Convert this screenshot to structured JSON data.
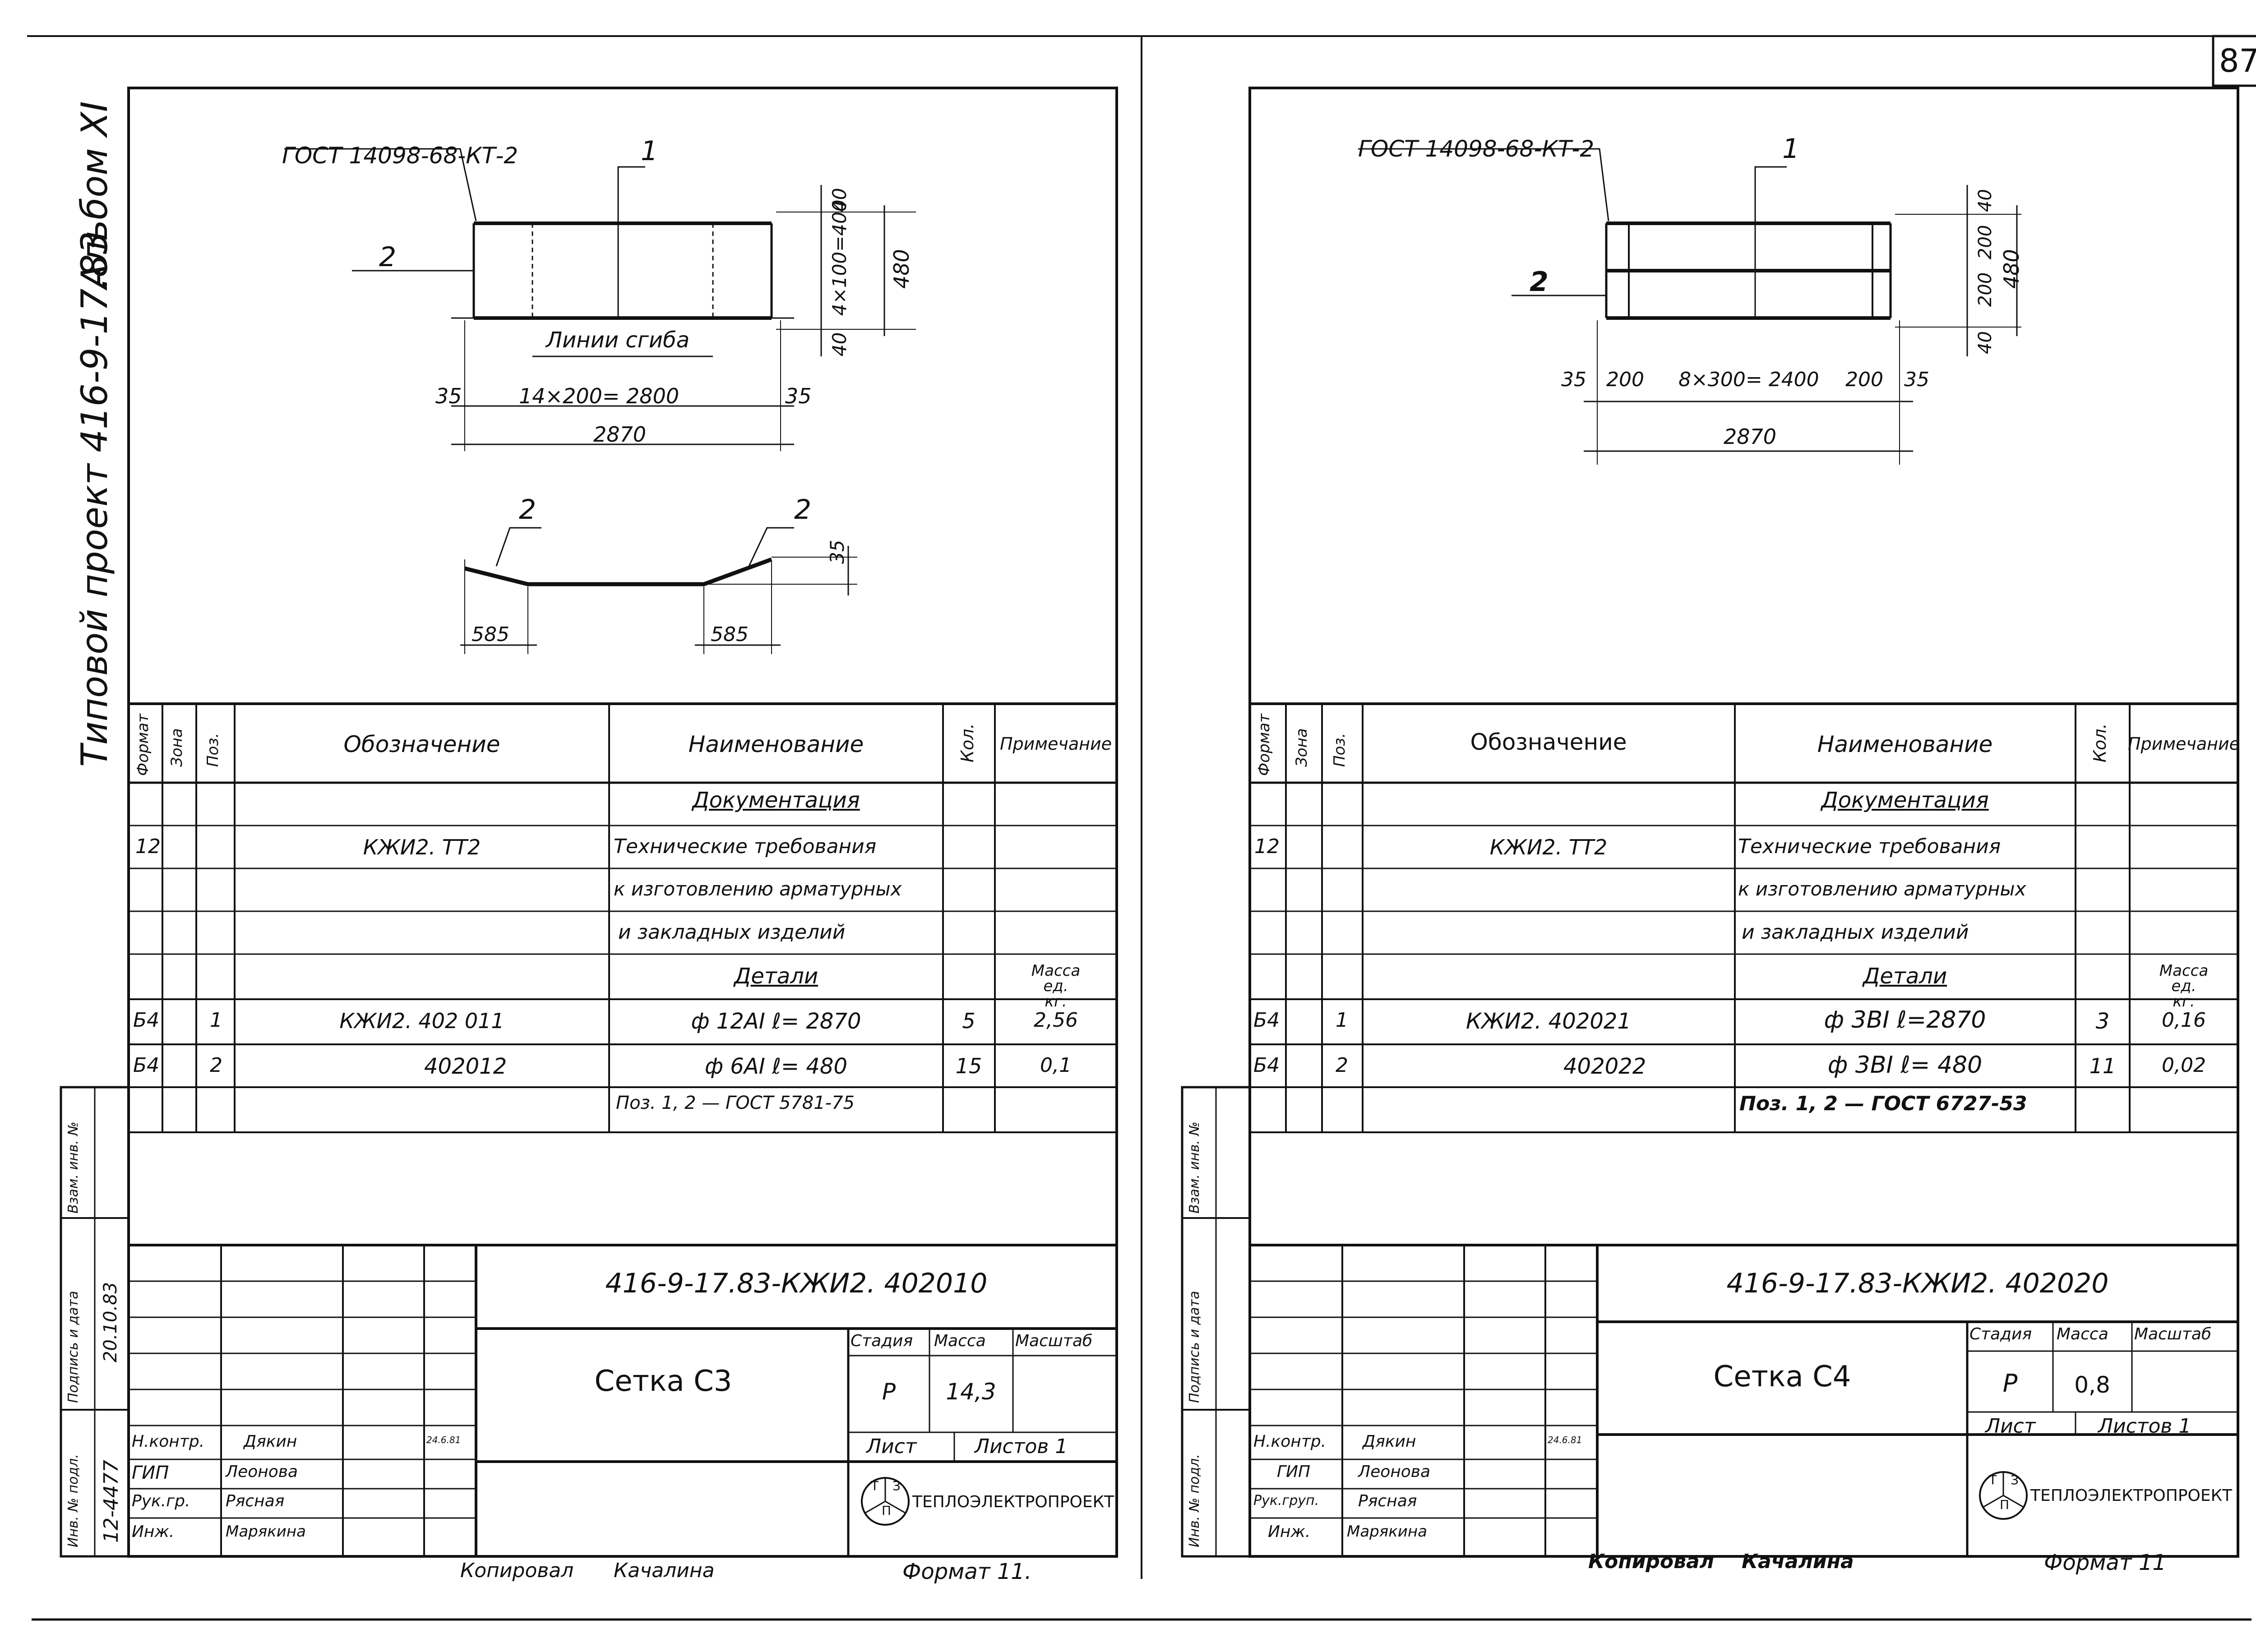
{
  "page_number": "87",
  "album_label": "Альбом XI",
  "project_label": "Типовой проект 416-9-17.83",
  "copied_by": "Копировал",
  "copier_name": "Качалина",
  "stamp_letters": [
    "Т",
    "З",
    "П"
  ],
  "headers": {
    "format": "Формат",
    "zone": "Зона",
    "pos": "Поз.",
    "designation": "Обозначение",
    "name": "Наименование",
    "qty": "Кол.",
    "note": "Примечание"
  },
  "side_labels": {
    "vzam": "Взам. инв. №",
    "podpis": "Подпись и дата",
    "inv": "Инв. № подл."
  },
  "sheets": [
    {
      "gost": "ГОСТ 14098-68-КТ-2",
      "callout1": "1",
      "callout2": "2",
      "dims": {
        "top": "40",
        "middle": "4×100=400",
        "bottom": "40",
        "total_h": "480",
        "left": "35",
        "span": "14×200= 2800",
        "right": "35",
        "total_w": "2870",
        "bend_line": "Линии сгиба"
      },
      "bend": {
        "left": "585",
        "right": "585",
        "height": "35",
        "label_left": "2",
        "label_right": "2"
      },
      "table": {
        "section_docs": "Документация",
        "section_parts": "Детали",
        "mass_header": "Масса ед. кг.",
        "doc_row": {
          "format": "12",
          "designation": "КЖИ2. ТТ2",
          "name_lines": [
            "Технические требования",
            "к изготовлению арматурных",
            "и закладных изделий"
          ]
        },
        "rows": [
          {
            "format": "Б4",
            "pos": "1",
            "designation": "КЖИ2. 402 011",
            "name": "ф 12АI  ℓ= 2870",
            "qty": "5",
            "mass": "2,56"
          },
          {
            "format": "Б4",
            "pos": "2",
            "designation": "402012",
            "name": "ф 6АI  ℓ= 480",
            "qty": "15",
            "mass": "0,1"
          }
        ],
        "gost_note": "Поз. 1, 2 — ГОСТ 5781-75"
      },
      "title_block": {
        "code": "416-9-17.83-КЖИ2. 402010",
        "title": "Сетка С3",
        "stage_label": "Стадия",
        "mass_label": "Масса",
        "scale_label": "Масштаб",
        "stage": "Р",
        "mass": "14,3",
        "sheet_label": "Лист",
        "sheets_label": "Листов 1",
        "org": "ТЕПЛОЭЛЕКТРОПРОЕКТ",
        "staff": [
          {
            "role": "Н.контр.",
            "name": "Дякин",
            "date": "24.6.81"
          },
          {
            "role": "ГИП",
            "name": "Леонова",
            "date": ""
          },
          {
            "role": "Рук.гр.",
            "name": "Рясная",
            "date": ""
          },
          {
            "role": "Инж.",
            "name": "Марякина",
            "date": ""
          }
        ],
        "format": "Формат 11."
      },
      "inv_number": "12-4477",
      "inv_date": "20.10.83"
    },
    {
      "gost": "ГОСТ 14098-68-КТ-2",
      "callout1": "1",
      "callout2": "2",
      "dims": {
        "top": "40",
        "mid1": "200",
        "mid2": "200",
        "bottom": "40",
        "total_h": "480",
        "left": "35",
        "e1": "200",
        "span": "8×300= 2400",
        "e2": "200",
        "right": "35",
        "total_w": "2870"
      },
      "table": {
        "section_docs": "Документация",
        "section_parts": "Детали",
        "mass_header": "Масса ед. кг.",
        "doc_row": {
          "format": "12",
          "designation": "КЖИ2. ТТ2",
          "name_lines": [
            "Технические требования",
            "к изготовлению арматурных",
            "и закладных изделий"
          ]
        },
        "rows": [
          {
            "format": "Б4",
            "pos": "1",
            "designation": "КЖИ2. 402021",
            "name": "ф 3ВI  ℓ=2870",
            "qty": "3",
            "mass": "0,16"
          },
          {
            "format": "Б4",
            "pos": "2",
            "designation": "402022",
            "name": "ф 3ВI  ℓ= 480",
            "qty": "11",
            "mass": "0,02"
          }
        ],
        "gost_note": "Поз. 1, 2 — ГОСТ 6727-53"
      },
      "title_block": {
        "code": "416-9-17.83-КЖИ2. 402020",
        "title": "Сетка  С4",
        "stage_label": "Стадия",
        "mass_label": "Масса",
        "scale_label": "Масштаб",
        "stage": "Р",
        "mass": "0,8",
        "sheet_label": "Лист",
        "sheets_label": "Листов 1",
        "org": "ТЕПЛОЭЛЕКТРОПРОЕКТ",
        "staff": [
          {
            "role": "Н.контр.",
            "name": "Дякин",
            "date": "24.6.81"
          },
          {
            "role": "ГИП",
            "name": "Леонова",
            "date": ""
          },
          {
            "role": "Рук.груп.",
            "name": "Рясная",
            "date": ""
          },
          {
            "role": "Инж.",
            "name": "Марякина",
            "date": ""
          }
        ],
        "format": "Формат 11"
      }
    }
  ]
}
